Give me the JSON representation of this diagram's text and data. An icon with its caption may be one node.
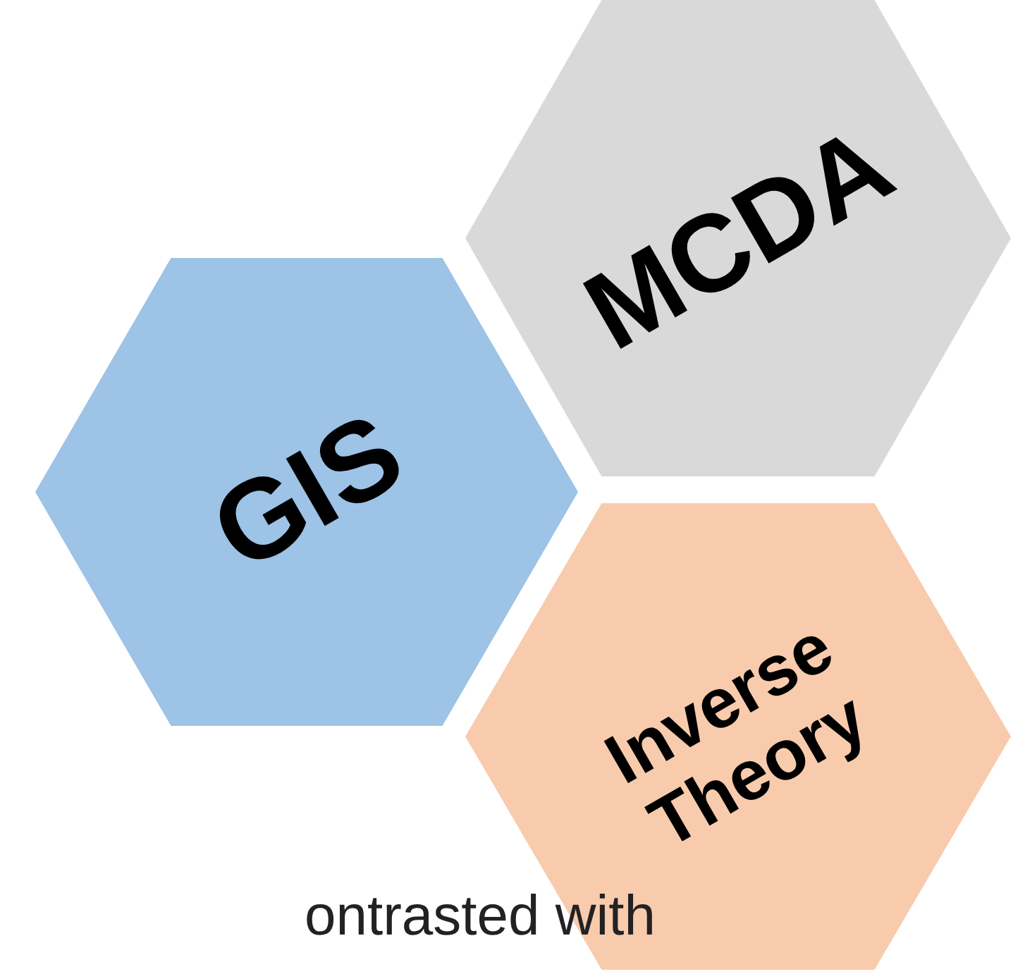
{
  "diagram": {
    "nodes": [
      {
        "text": [
          "MCDA"
        ]
      },
      {
        "text": [
          "GIS"
        ]
      },
      {
        "text": [
          "Inverse Theory"
        ]
      }
    ],
    "labels": [
      "ontrasted with"
    ]
  }
}
